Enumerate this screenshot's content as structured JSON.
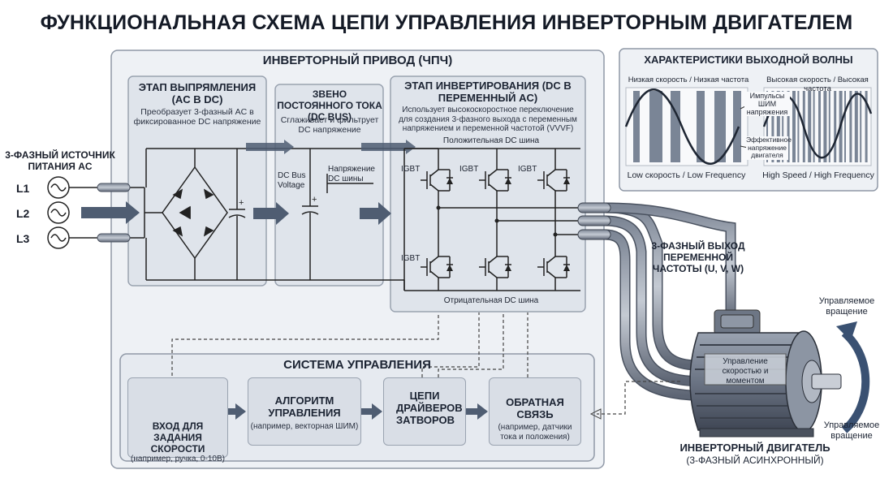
{
  "title": "ФУНКЦИОНАЛЬНАЯ СХЕМА ЦЕПИ УПРАВЛЕНИЯ ИНВЕРТОРНЫМ ДВИГАТЕЛЕМ",
  "source": {
    "title": "3-ФАЗНЫЙ ИСТОЧНИК ПИТАНИЯ AC",
    "lines": [
      "L1",
      "L2",
      "L3"
    ]
  },
  "drive": {
    "title": "ИНВЕРТОРНЫЙ ПРИВОД (ЧПЧ)",
    "rectifier": {
      "title": "ЭТАП ВЫПРЯМЛЕНИЯ (AC В DC)",
      "desc": "Преобразует 3-фазный AC в фиксированное DC напряжение"
    },
    "dcbus": {
      "title": "ЗВЕНО ПОСТОЯННОГО ТОКА (DC BUS)",
      "desc": "Сглаживает и фильтрует DC напряжение",
      "cap_label": "DC Bus Voltage",
      "voltage_label": "Напряжение DC шины"
    },
    "inverter": {
      "title": "ЭТАП ИНВЕРТИРОВАНИЯ (DC В ПЕРЕМЕННЫЙ AC)",
      "desc": "Использует высокоскоростное переключение для создания 3-фазного выхода с переменным напряжением и переменной частотой (VVVF)",
      "pos_bus": "Положительная DC шина",
      "neg_bus": "Отрицательная DC шина",
      "igbt": "IGBT"
    }
  },
  "waveform": {
    "title": "ХАРАКТЕРИСТИКИ ВЫХОДНОЙ ВОЛНЫ",
    "low_label": "Низкая скорость / Низкая частота",
    "high_label": "Высокая скорость / Высокая частота",
    "pwm_label": "Импульсы ШИМ напряжения",
    "eff_label": "Эффективное напряжение двигателя",
    "low_caption": "Low скорость / Low Frequency",
    "high_caption": "High Speed / High Frequency"
  },
  "output": {
    "title": "3-ФАЗНЫЙ ВЫХОД ПЕРЕМЕННОЙ ЧАСТОТЫ (U, V, W)"
  },
  "control": {
    "title": "СИСТЕМА УПРАВЛЕНИЯ",
    "speed": {
      "title": "ВХОД ДЛЯ ЗАДАНИЯ СКОРОСТИ",
      "sub": "(например, ручка, 0-10В)"
    },
    "algo": {
      "title": "АЛГОРИТМ УПРАВЛЕНИЯ",
      "sub": "(например, векторная ШИМ)"
    },
    "drivers": {
      "title": "ЦЕПИ ДРАЙВЕРОВ ЗАТВОРОВ"
    },
    "feedback": {
      "title": "ОБРАТНАЯ СВЯЗЬ",
      "sub": "(например, датчики тока и положения)"
    }
  },
  "motor": {
    "label": "Управление скоростью и моментом",
    "rotation": "Управляемое вращение",
    "title": "ИНВЕРТОРНЫЙ ДВИГАТЕЛЬ",
    "sub": "(3-ФАЗНЫЙ АСИНХРОННЫЙ)"
  }
}
